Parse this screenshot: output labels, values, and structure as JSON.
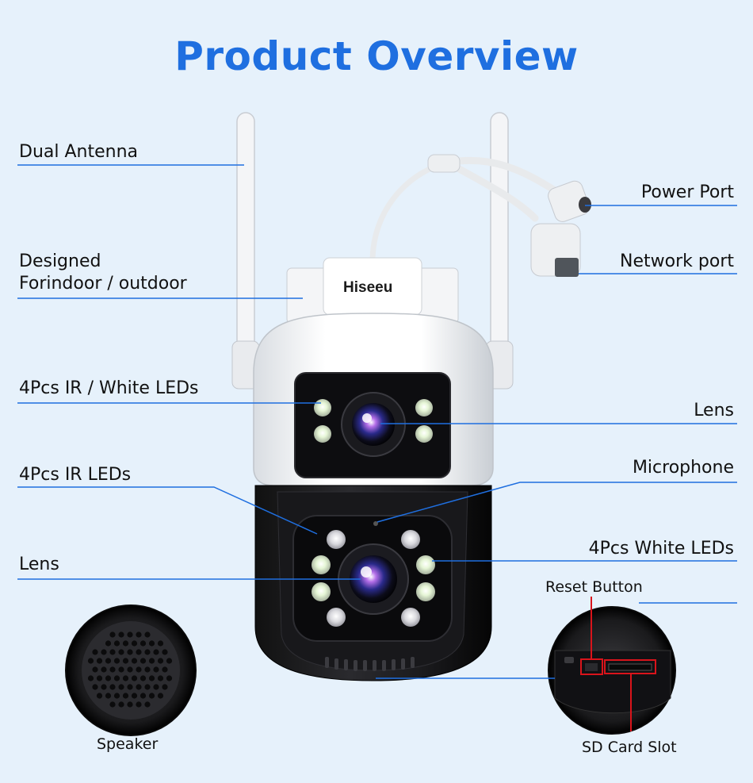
{
  "title": "Product Overview",
  "brand": "Hiseeu",
  "labels": {
    "dual_antenna": "Dual Antenna",
    "designed_line1": "Designed",
    "designed_line2": "Forindoor / outdoor",
    "ir_white_leds": "4Pcs IR / White LEDs",
    "ir_leds": "4Pcs IR LEDs",
    "lens_left": "Lens",
    "power_port": "Power Port",
    "network_port": "Network port",
    "lens_right": "Lens",
    "microphone": "Microphone",
    "white_leds": "4Pcs White LEDs",
    "reset_button": "Reset Button",
    "speaker": "Speaker",
    "sd_card_slot": "SD Card Slot"
  },
  "colors": {
    "title": "#1f6fe0",
    "leader_line": "#1f6fe0",
    "highlight": "#d9141b",
    "background": "#e6f1fb"
  }
}
